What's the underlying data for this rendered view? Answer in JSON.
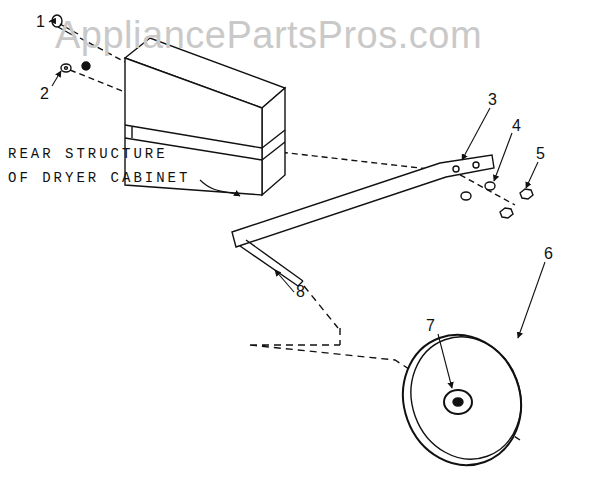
{
  "diagram": {
    "labels": [
      "AppliancePartsPros.com",
      "1",
      "2",
      "3",
      "4",
      "5",
      "6",
      "7",
      "8",
      "REAR STRUCTURE OF DRYER CABINET"
    ]
  }
}
